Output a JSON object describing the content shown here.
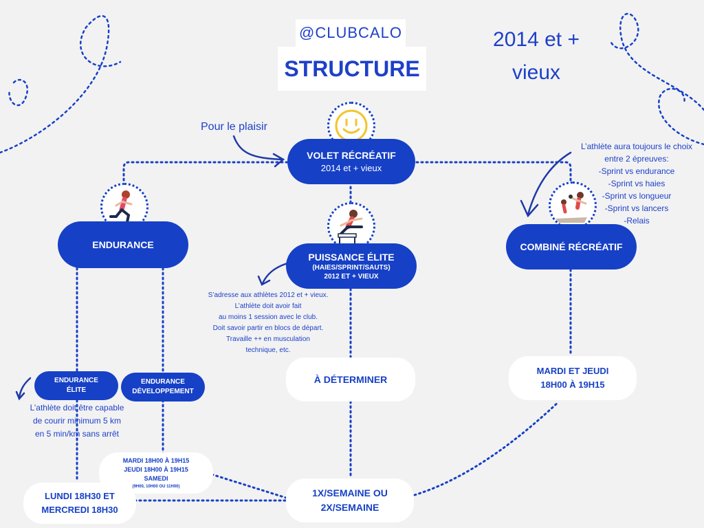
{
  "header": {
    "handle": "@CLUBCALO",
    "title": "STRUCTURE",
    "age_group": "2014 et +\nvieux"
  },
  "annotations": {
    "pleasure": "Pour le plaisir",
    "combined_note": "L’athlète aura toujours le choix\nentre  2 épreuves:\n-Sprint vs endurance\n-Sprint vs haies\n-Sprint vs longueur\n-Sprint vs lancers\n-Relais",
    "power_note": "S’adresse aux athlètes 2012 et + vieux.\nL’athlète doit avoir fait\nau moins 1 session avec le club.\nDoit  savoir partir en blocs de départ.\nTravaille ++ en musculation\ntechnique, etc.",
    "endurance_note": "L’athlète doit être capable\nde courir minimum 5 km\nen 5 min/km sans arrêt"
  },
  "nodes": {
    "recreational": {
      "title": "VOLET RÉCRÉATIF",
      "subtitle": "2014 et + vieux"
    },
    "endurance": "ENDURANCE",
    "power_elite": {
      "line1": "PUISSANCE ÉLITE",
      "line2": "(HAIES/SPRINT/SAUTS)",
      "line3": "2012 ET + VIEUX"
    },
    "combined": "COMBINÉ RÉCRÉATIF",
    "endurance_elite": "ENDURANCE\nÉLITE",
    "endurance_dev": "ENDURANCE\nDÉVELOPPEMENT"
  },
  "schedules": {
    "to_determine": "À DÉTERMINER",
    "tue_thu": "MARDI ET JEUDI\n18H00 À 19H15",
    "frequency": "1X/SEMAINE OU\n2X/SEMAINE",
    "mon_wed": "LUNDI 18H30 ET\nMERCREDI 18H30",
    "dev_line1": "MARDI 18H00 À 19H15",
    "dev_line2": "JEUDI 18H00 À 19H15",
    "dev_line3": "SAMEDI",
    "dev_line4": "(9H00, 10H00 OU 11H00)"
  },
  "icons": {
    "smiley": "smiley-icon",
    "runner": "runner-icon",
    "hurdler": "hurdler-icon",
    "athletes": "athletes-icon"
  },
  "colors": {
    "primary": "#1640c6",
    "background": "#f2f2f2",
    "smiley": "#f2c52b"
  }
}
